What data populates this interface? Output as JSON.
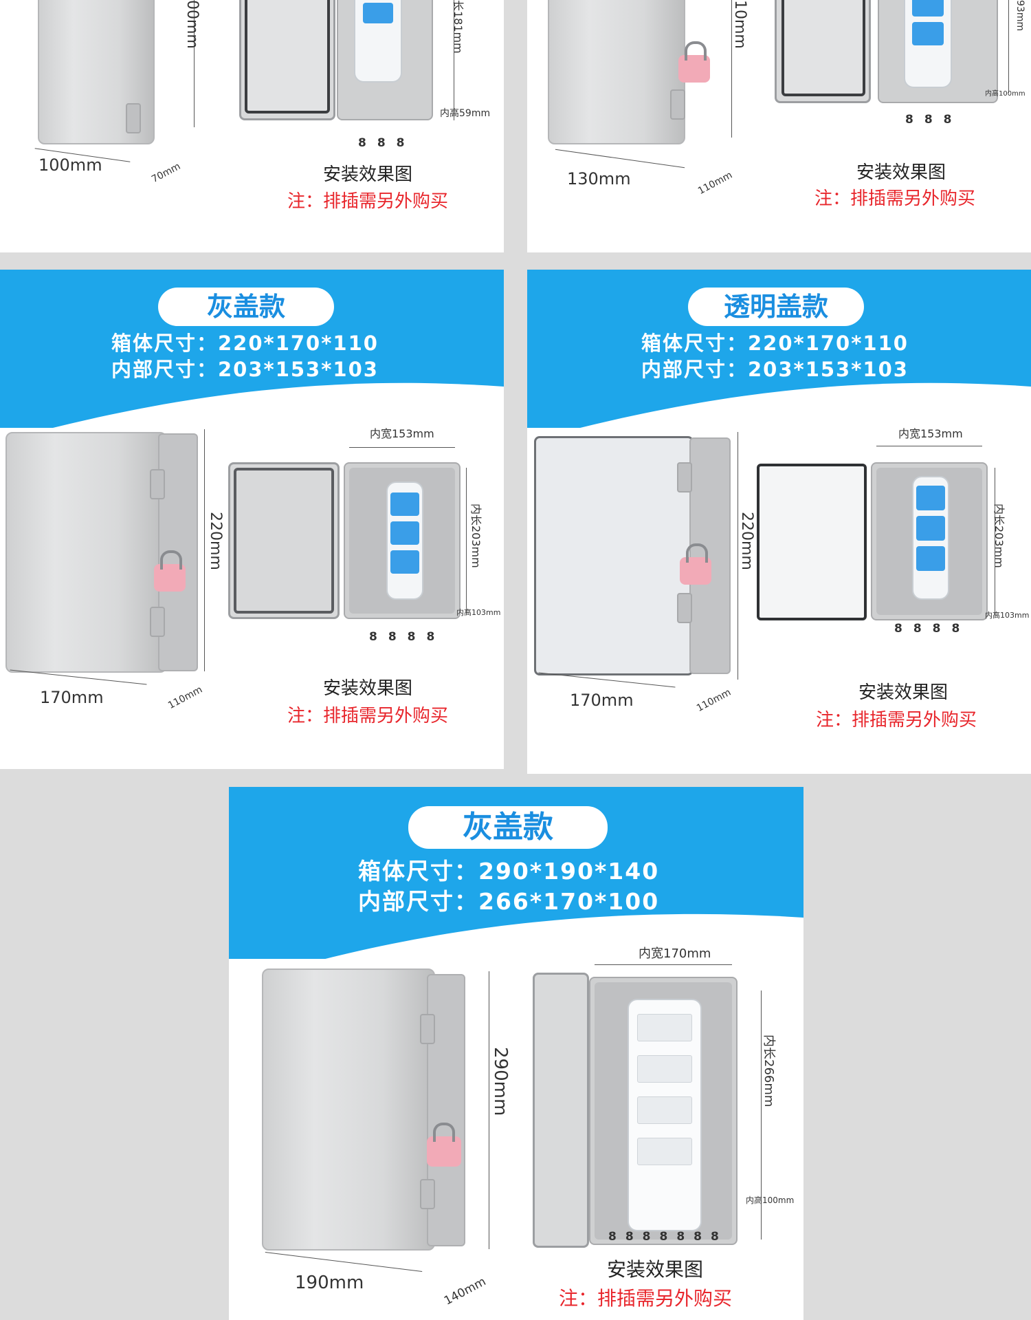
{
  "colors": {
    "accent_blue": "#1ea6ea",
    "note_red": "#e8262c",
    "pill_text": "#1a8ee0"
  },
  "top_left": {
    "height_dim": "00mm",
    "width_dim": "100mm",
    "depth_dim": "70mm",
    "inner_len": "长181mm",
    "inner_height": "内高59mm",
    "caption": "安装效果图",
    "note": "注：排插需另外购买",
    "eights": "888"
  },
  "top_right": {
    "height_dim": "10mm",
    "width_dim": "130mm",
    "depth_dim": "110mm",
    "inner_len": "93mm",
    "inner_height": "内高100mm",
    "caption": "安装效果图",
    "note": "注：排插需另外购买",
    "eights": "888"
  },
  "mid_left": {
    "title": "灰盖款",
    "box_size": "箱体尺寸：220*170*110",
    "inner_size": "内部尺寸：203*153*103",
    "inner_width": "内宽153mm",
    "inner_len": "内长203mm",
    "inner_height": "内高103mm",
    "height_dim": "220mm",
    "width_dim": "170mm",
    "depth_dim": "110mm",
    "eights": "8888",
    "caption": "安装效果图",
    "note": "注：排插需另外购买"
  },
  "mid_right": {
    "title": "透明盖款",
    "box_size": "箱体尺寸：220*170*110",
    "inner_size": "内部尺寸：203*153*103",
    "inner_width": "内宽153mm",
    "inner_len": "内长203mm",
    "inner_height": "内高103mm",
    "height_dim": "220mm",
    "width_dim": "170mm",
    "depth_dim": "110mm",
    "eights": "8888",
    "caption": "安装效果图",
    "note": "注：排插需另外购买"
  },
  "bottom": {
    "title": "灰盖款",
    "box_size": "箱体尺寸：290*190*140",
    "inner_size": "内部尺寸：266*170*100",
    "inner_width": "内宽170mm",
    "inner_len": "内长266mm",
    "inner_height": "内高100mm",
    "height_dim": "290mm",
    "width_dim": "190mm",
    "depth_dim": "140mm",
    "eights": "8888888",
    "caption": "安装效果图",
    "note": "注：排插需另外购买"
  }
}
